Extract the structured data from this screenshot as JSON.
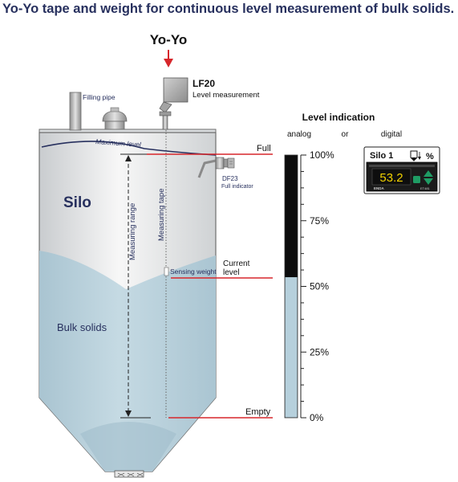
{
  "title": "Yo-Yo tape and weight for continuous level measurement of bulk solids.",
  "device": {
    "name": "Yo-Yo",
    "model": "LF20",
    "model_description": "Level measurement"
  },
  "filling_pipe": "Filling pipe",
  "max_level": "Maximum level",
  "full_indicator": {
    "model": "DF23",
    "description": "Full indicator"
  },
  "silo_label": "Silo",
  "bulk_solids_label": "Bulk solids",
  "measuring_range": "Measuring range",
  "measuring_tape": "Measuring tape",
  "sensing_weight": "Sensing weight",
  "levels": {
    "full": "Full",
    "current_line1": "Current",
    "current_line2": "level",
    "empty": "Empty"
  },
  "indication": {
    "title": "Level indication",
    "analog": "analog",
    "or": "or",
    "digital": "digital",
    "scale": [
      "100%",
      "75%",
      "50%",
      "25%",
      "0%"
    ],
    "current_level_fraction": 0.535
  },
  "digital_display": {
    "header": "Silo 1",
    "unit": "%",
    "value": "53.2",
    "brand": "ENDA",
    "model": "ET481"
  },
  "colors": {
    "title": "#27305e",
    "red": "#d7262b",
    "bulk": "#b6d0dc",
    "bar_dark": "#0d0d0d",
    "display_digits": "#f0d000"
  }
}
